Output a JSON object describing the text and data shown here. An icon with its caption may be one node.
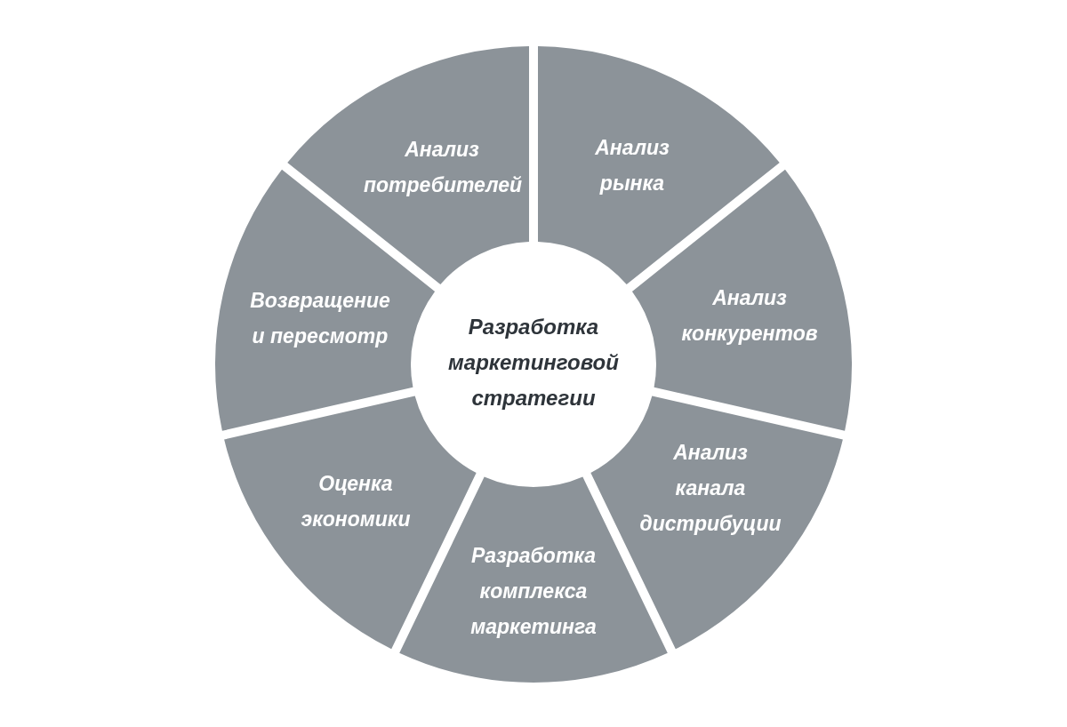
{
  "diagram": {
    "nodes": [
      {
        "text": [
          "Разработка маркетинговой стратегии"
        ]
      },
      {
        "text": [
          "Анализ потребителей"
        ]
      },
      {
        "text": [
          "Анализ рынка"
        ]
      },
      {
        "text": [
          "Анализ конкурентов"
        ]
      },
      {
        "text": [
          "Анализ канала дистрибуции"
        ]
      },
      {
        "text": [
          "Разработка комплекса маркетинга"
        ]
      },
      {
        "text": [
          "Оценка экономики"
        ]
      },
      {
        "text": [
          "Возвращение и пересмотр"
        ]
      }
    ]
  }
}
